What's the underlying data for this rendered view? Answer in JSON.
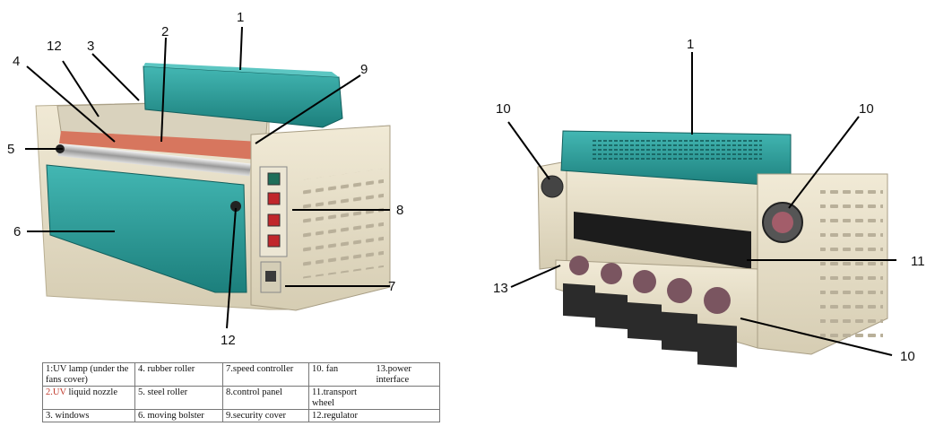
{
  "left_view_callouts": [
    "1",
    "2",
    "3",
    "4",
    "5",
    "6",
    "7",
    "8",
    "9",
    "12",
    "12"
  ],
  "right_view_callouts": [
    "1",
    "10",
    "10",
    "10",
    "11",
    "13"
  ],
  "legend": {
    "rows": [
      [
        "1:UV lamp (under the fans cover)",
        "4. rubber roller",
        "7.speed controller",
        "10. fan",
        "13.power interface"
      ],
      [
        "2.UV liquid nozzle",
        "5. steel roller",
        "8.control panel",
        "11.transport wheel",
        ""
      ],
      [
        "3. windows",
        "6. moving bolster",
        "9.security cover",
        "12.regulator",
        ""
      ]
    ],
    "row2_col1_prefix": "2.",
    "row2_col1_highlight": "UV",
    "row2_col1_rest": " liquid nozzle",
    "highlight_color": "#c0392b"
  },
  "colors": {
    "cover_teal": "#2a9a98",
    "body_beige": "#e9e1c9",
    "fan_dark": "#2b2b2b",
    "panel_red": "#c0262b"
  },
  "icons": [
    "uv-lamp-cover-shape",
    "control-panel-shape",
    "fan-shape"
  ]
}
